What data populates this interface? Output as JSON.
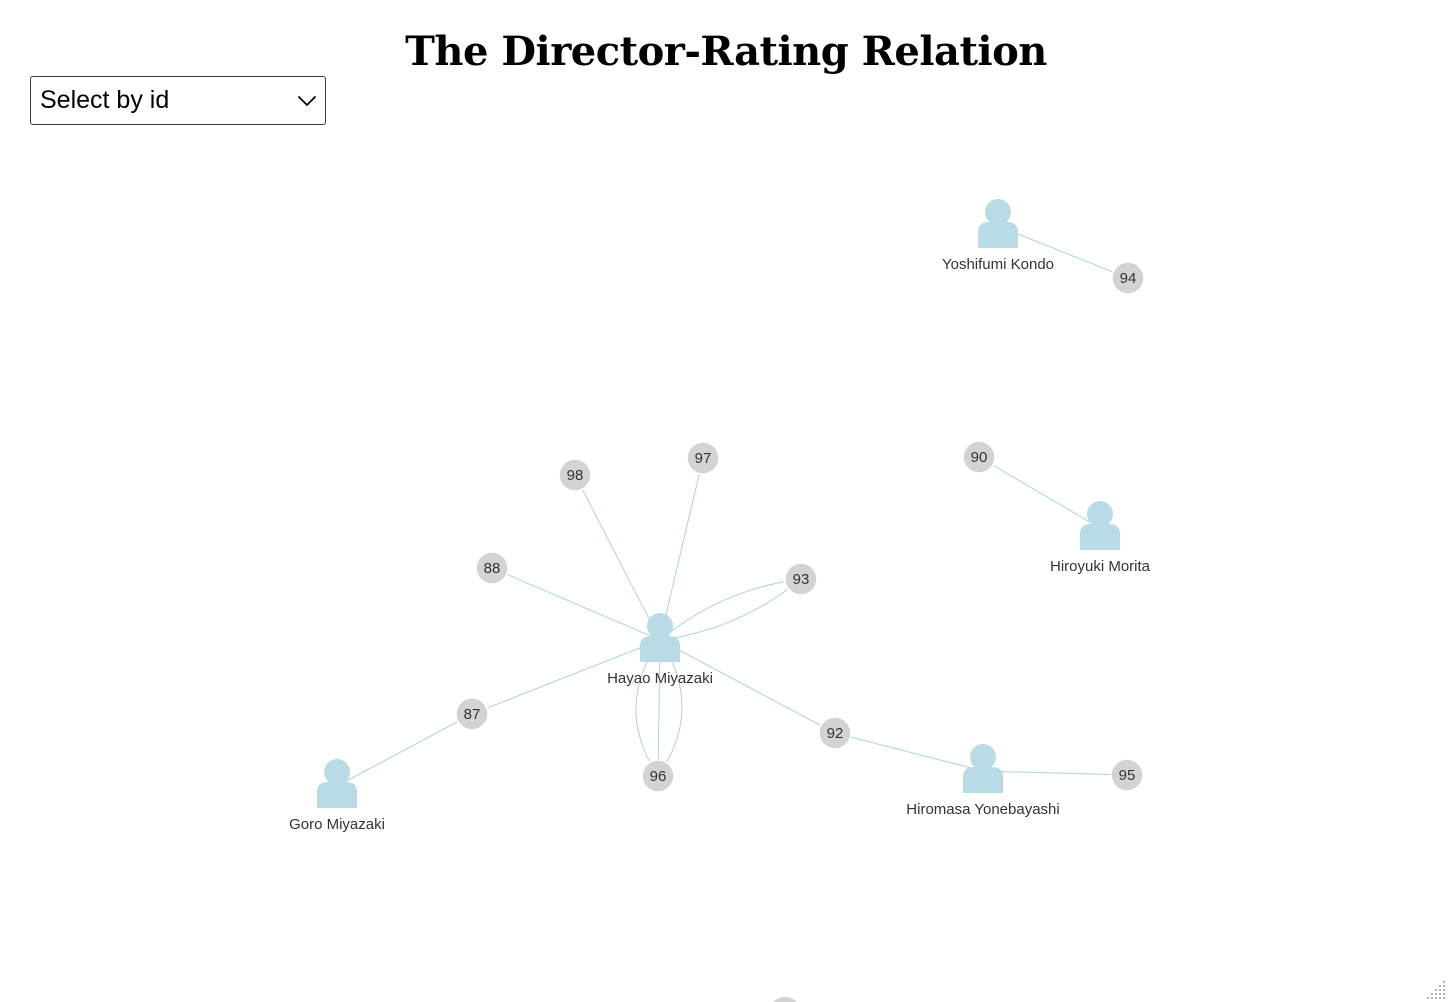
{
  "page": {
    "title": "The Director-Rating Relation"
  },
  "select": {
    "label": "Select by id",
    "chevron_icon": "chevron-down-icon"
  },
  "colors": {
    "director_node": "#b8dbe6",
    "rating_node": "#d3d3d3",
    "edge": "#a9d3e3",
    "label_text": "#333333"
  },
  "graph": {
    "directors": [
      {
        "id": "hayao",
        "name": "Hayao Miyazaki"
      },
      {
        "id": "goro",
        "name": "Goro Miyazaki"
      },
      {
        "id": "hiromasa",
        "name": "Hiromasa Yonebayashi"
      },
      {
        "id": "hiroyuki",
        "name": "Hiroyuki Morita"
      },
      {
        "id": "yoshifumi",
        "name": "Yoshifumi Kondo"
      }
    ],
    "ratings": [
      {
        "id": "r98",
        "label": "98"
      },
      {
        "id": "r97",
        "label": "97"
      },
      {
        "id": "r88",
        "label": "88"
      },
      {
        "id": "r93",
        "label": "93"
      },
      {
        "id": "r87",
        "label": "87"
      },
      {
        "id": "r96",
        "label": "96"
      },
      {
        "id": "r92",
        "label": "92"
      },
      {
        "id": "r95",
        "label": "95"
      },
      {
        "id": "r90",
        "label": "90"
      },
      {
        "id": "r94",
        "label": "94"
      },
      {
        "id": "rx",
        "label": ""
      }
    ],
    "edges": [
      {
        "source": "hayao",
        "target": "r98",
        "count": 1
      },
      {
        "source": "hayao",
        "target": "r97",
        "count": 1
      },
      {
        "source": "hayao",
        "target": "r88",
        "count": 1
      },
      {
        "source": "hayao",
        "target": "r93",
        "count": 2
      },
      {
        "source": "hayao",
        "target": "r87",
        "count": 1
      },
      {
        "source": "hayao",
        "target": "r96",
        "count": 3
      },
      {
        "source": "hayao",
        "target": "r92",
        "count": 1
      },
      {
        "source": "goro",
        "target": "r87",
        "count": 1
      },
      {
        "source": "hiromasa",
        "target": "r92",
        "count": 1
      },
      {
        "source": "hiromasa",
        "target": "r95",
        "count": 1
      },
      {
        "source": "hiroyuki",
        "target": "r90",
        "count": 1
      },
      {
        "source": "yoshifumi",
        "target": "r94",
        "count": 1
      }
    ]
  }
}
